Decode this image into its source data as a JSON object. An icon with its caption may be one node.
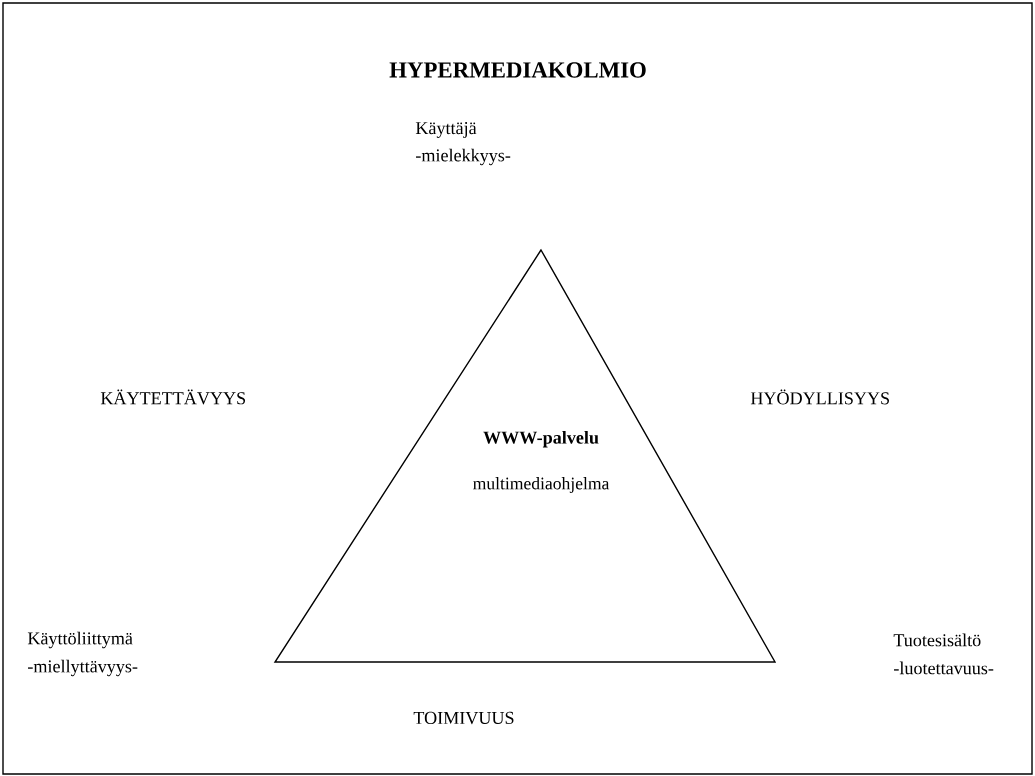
{
  "diagram": {
    "title": "HYPERMEDIAKOLMIO",
    "nodes": [
      {
        "text": [
          "WWW-palvelu",
          "multimediaohjelma"
        ]
      }
    ],
    "labels": [
      "Käyttäjä",
      "-mielekkyys-",
      "KÄYTETTÄVYYS",
      "HYÖDYLLISYYS",
      "Käyttöliittymä",
      "Tuotesisältö",
      "-miellyttävyys-",
      "-luotettavuus-",
      "TOIMIVUUS"
    ]
  }
}
